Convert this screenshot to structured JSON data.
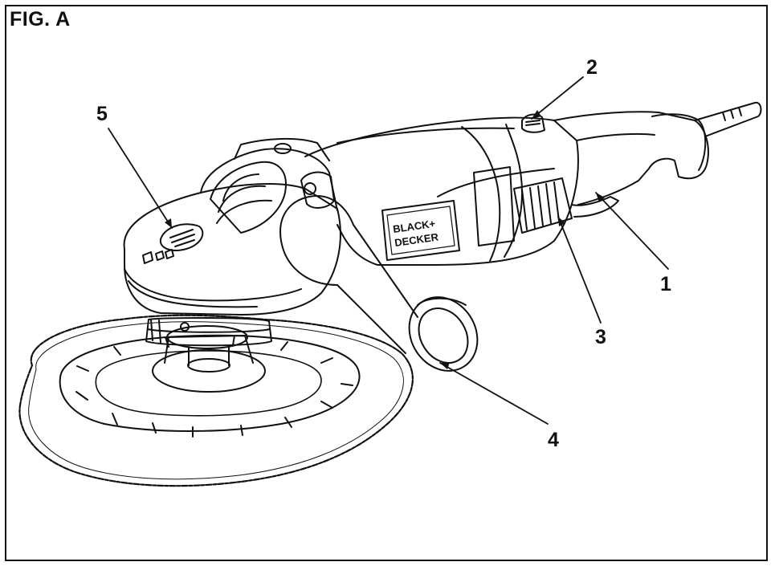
{
  "figure": {
    "title": "FIG. A",
    "callouts": [
      {
        "id": "1",
        "label": "1"
      },
      {
        "id": "2",
        "label": "2"
      },
      {
        "id": "3",
        "label": "3"
      },
      {
        "id": "4",
        "label": "4"
      },
      {
        "id": "5",
        "label": "5"
      }
    ],
    "brand": {
      "line1": "BLACK+",
      "line2": "DECKER"
    },
    "colors": {
      "line": "#111111",
      "background": "#ffffff"
    }
  }
}
